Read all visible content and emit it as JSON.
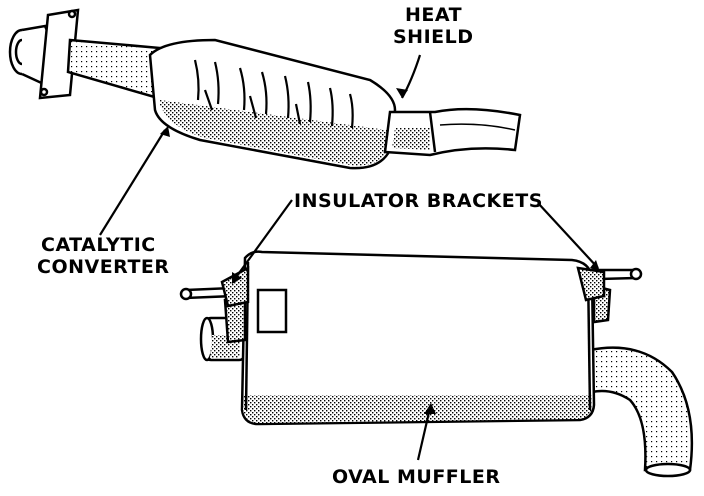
{
  "labels": {
    "heat_shield_line1": "HEAT",
    "heat_shield_line2": "SHIELD",
    "catalytic_line1": "CATALYTIC",
    "catalytic_line2": "CONVERTER",
    "insulator_brackets": "INSULATOR BRACKETS",
    "oval_muffler": "OVAL MUFFLER"
  },
  "colors": {
    "ink": "#000000",
    "paper": "#ffffff"
  }
}
